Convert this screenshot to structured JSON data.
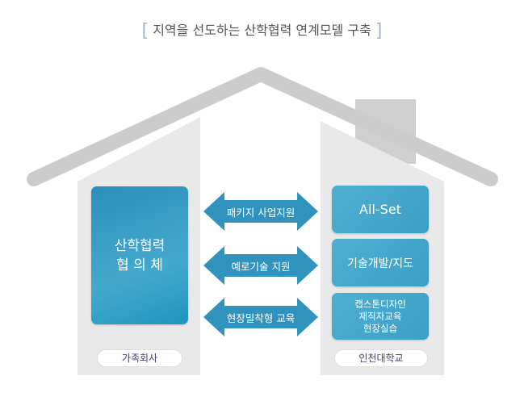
{
  "title": "지역을 선도하는 산학협력 연계모델 구축",
  "bracket_left": "[",
  "bracket_right": "]",
  "left": {
    "box_line1": "산학협력",
    "box_line2": "협 의 체",
    "label": "가족회사"
  },
  "arrows": [
    "패키지 사업지원",
    "예로기술 지원",
    "현장밀착형 교육"
  ],
  "right": {
    "boxes": [
      "All-Set",
      "기술개발/지도"
    ],
    "box3": [
      "캡스톤디자인",
      "재직자교육",
      "현장실습"
    ],
    "label": "인천대학교"
  },
  "colors": {
    "roof": "#cccccc",
    "wall": "#e9e9e9",
    "blue": "#3d9ec4"
  }
}
